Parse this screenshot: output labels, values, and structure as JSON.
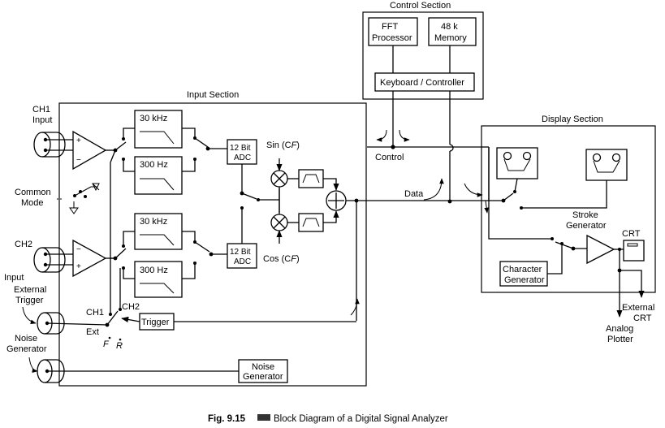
{
  "sections": {
    "input": "Input Section",
    "control": "Control Section",
    "display": "Display Section"
  },
  "control": {
    "fft_1": "FFT",
    "fft_2": "Processor",
    "memory_1": "48 k",
    "memory_2": "Memory",
    "keyboard": "Keyboard / Controller"
  },
  "input": {
    "filter_30k": "30 kHz",
    "filter_300": "300 Hz",
    "adc_1": "12 Bit",
    "adc_2": "ADC",
    "sin_a": "Sin (C",
    "sin_sub": "F",
    "sin_b": ")",
    "cos_a": "Cos (C",
    "cos_sub": "F",
    "cos_b": ")",
    "trigger": "Trigger",
    "noise_gen_1": "Noise",
    "noise_gen_2": "Generator",
    "plus": "+",
    "minus": "−",
    "ch1": "CH1",
    "ch2": "CH2",
    "ext": "Ext",
    "f": "F",
    "r": "R"
  },
  "external": {
    "ch1_input_1": "CH1",
    "ch1_input_2": "Input",
    "common_mode_1": "Common",
    "common_mode_2": "Mode",
    "ch2_1": "CH2",
    "ch2_input": "Input",
    "ext_trigger_1": "External",
    "ext_trigger_2": "Trigger",
    "noise_1": "Noise",
    "noise_2": "Generator"
  },
  "signals": {
    "control": "Control",
    "data": "Data"
  },
  "display": {
    "stroke_1": "Stroke",
    "stroke_2": "Generator",
    "crt": "CRT",
    "char_1": "Character",
    "char_2": "Generator",
    "ext_crt_1": "External",
    "ext_crt_2": "CRT",
    "analog_1": "Analog",
    "analog_2": "Plotter"
  },
  "caption": {
    "fig": "Fig. 9.15",
    "text": "Block Diagram of a Digital Signal Analyzer"
  }
}
